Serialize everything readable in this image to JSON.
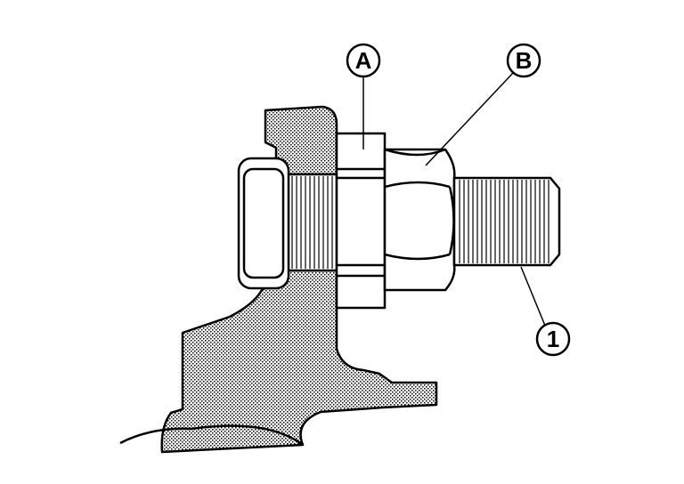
{
  "diagram": {
    "callouts": [
      {
        "id": "A",
        "label": "A"
      },
      {
        "id": "B",
        "label": "B"
      },
      {
        "id": "1",
        "label": "1"
      }
    ],
    "colors": {
      "line": "#000000",
      "background": "#ffffff"
    }
  }
}
